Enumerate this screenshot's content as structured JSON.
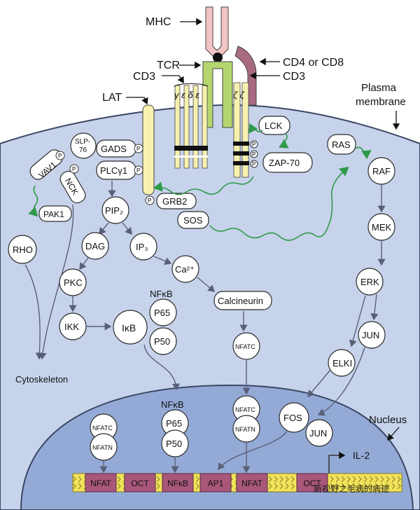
{
  "labels": {
    "mhc": "MHC",
    "tcr": "TCR",
    "cd3_left": "CD3",
    "cd4_cd8": "CD4 or CD8",
    "cd3_right": "CD3",
    "chains_left": "γ ε δ ε",
    "chains_right": "ζ ζ",
    "lat": "LAT",
    "plasma_membrane_1": "Plasma",
    "plasma_membrane_2": "membrane",
    "cytoskeleton": "Cytoskeleton",
    "nucleus": "Nucleus",
    "il2": "IL-2",
    "watermark": "新视野之毛病的病迹"
  },
  "proteins": {
    "lck": "LCK",
    "zap70": "ZAP-70",
    "ras": "RAS",
    "raf": "RAF",
    "mek": "MEK",
    "erk": "ERK",
    "jun": "JUN",
    "elk1": "ELKI",
    "fos": "FOS",
    "jun_nuc": "JUN",
    "gads": "GADS",
    "slp76_1": "SLP-",
    "slp76_2": "76",
    "vav1": "VAV1",
    "nck": "NCK",
    "pak1": "PAK1",
    "rho": "RHO",
    "plcg1": "PLCγ1",
    "grb2": "GRB2",
    "sos": "SOS",
    "pip2": "PIP₂",
    "dag": "DAG",
    "ip3": "IP₃",
    "ca2": "Ca²⁺",
    "pkc": "PKC",
    "ikk": "IKK",
    "ikb": "IκB",
    "nfkb_label": "NFκB",
    "p65": "P65",
    "p50": "P50",
    "calcineurin": "Calcineurin",
    "nfatc": "NFATC",
    "nfkb_nuc": "NFκB",
    "p65_nuc": "P65",
    "p50_nuc": "P50",
    "nfatc_nuc1": "NFATC",
    "nfatn_nuc1": "NFATN",
    "nfatc_nuc2": "NFATC",
    "nfatn_nuc2": "NFATN",
    "phospho": "P"
  },
  "dna_sites": [
    "NFAT",
    "OCT",
    "NFκB",
    "AP1",
    "NFAT",
    "OCT"
  ],
  "colors": {
    "cell": "#c7d3eb",
    "cell_edge": "#3b4663",
    "nucleus": "#94aad6",
    "mhc": "#f2c4c4",
    "tcr": "#b5d66e",
    "cd4": "#a86a80",
    "lat": "#f7f1b0",
    "dna_box": "#a8577a",
    "dna_strip": "#f0e35a",
    "arrow": "#5a5f78",
    "wavy": "#2f9a4a"
  }
}
